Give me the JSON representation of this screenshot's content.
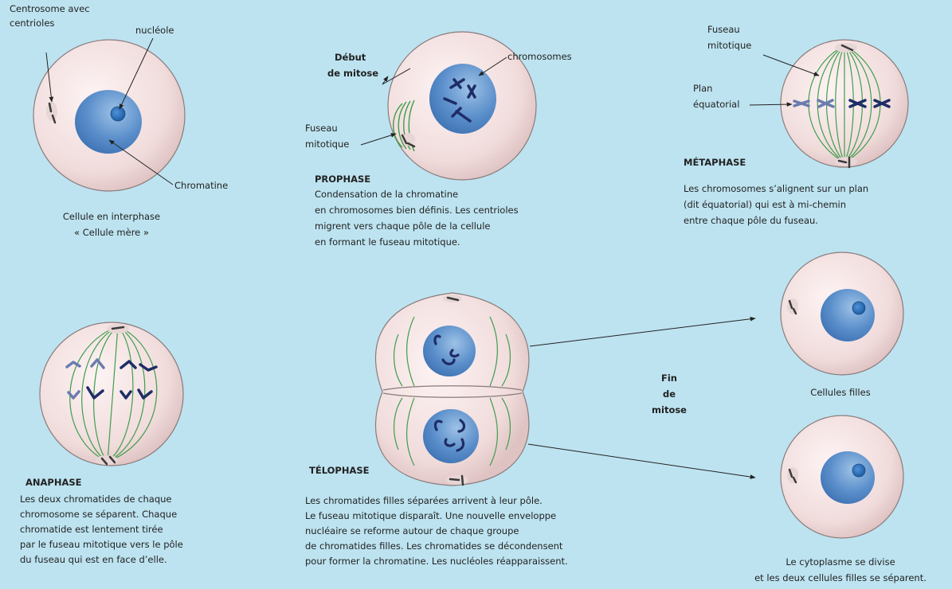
{
  "colors": {
    "background": "#bde3f0",
    "cytoplasm": "#f4e3e3",
    "nucleus": "#5b8fcb",
    "nucleolus": "#2c70b8",
    "spindle": "#3e9e4c",
    "chromosome": "#1e2d66",
    "centriole": "#3a3a3a"
  },
  "interphase": {
    "label_centrosome_1": "Centrosome avec",
    "label_centrosome_2": "centrioles",
    "label_nucleolus": "nucléole",
    "label_chromatin": "Chromatine",
    "caption_1": "Cellule en interphase",
    "caption_2": "« Cellule mère »"
  },
  "prophase": {
    "label_start_1": "Début",
    "label_start_2": "de mitose",
    "label_chromosomes": "chromosomes",
    "label_spindle_1": "Fuseau",
    "label_spindle_2": "mitotique",
    "title": "PROPHASE",
    "desc_1": "Condensation de la chromatine",
    "desc_2": "en chromosomes bien définis. Les centrioles",
    "desc_3": "migrent vers chaque pôle de la cellule",
    "desc_4": "en formant le fuseau mitotique."
  },
  "metaphase": {
    "label_spindle_1": "Fuseau",
    "label_spindle_2": "mitotique",
    "label_plane_1": "Plan",
    "label_plane_2": "équatorial",
    "title": "MÉTAPHASE",
    "desc_1": "Les chromosomes s’alignent sur un plan",
    "desc_2": "(dit équatorial) qui est à mi-chemin",
    "desc_3": "entre chaque pôle du fuseau."
  },
  "anaphase": {
    "title": "ANAPHASE",
    "desc_1": "Les deux chromatides de chaque",
    "desc_2": "chromosome se séparent. Chaque",
    "desc_3": "chromatide est lentement tirée",
    "desc_4": "par le fuseau mitotique vers le pôle",
    "desc_5": "du fuseau qui est en face d’elle."
  },
  "telophase": {
    "title": "TÉLOPHASE",
    "desc_1": "Les chromatides filles séparées arrivent à leur pôle.",
    "desc_2": "Le fuseau mitotique disparaît. Une nouvelle enveloppe",
    "desc_3": "nucléaire se reforme autour de chaque groupe",
    "desc_4": "de chromatides filles. Les chromatides se décondensent",
    "desc_5": "pour former la chromatine. Les nucléoles réapparaissent."
  },
  "end": {
    "label_1": "Fin",
    "label_2": "de",
    "label_3": "mitose"
  },
  "daughters": {
    "label": "Cellules filles",
    "caption_1": "Le cytoplasme se divise",
    "caption_2": "et les deux cellules filles se séparent."
  }
}
